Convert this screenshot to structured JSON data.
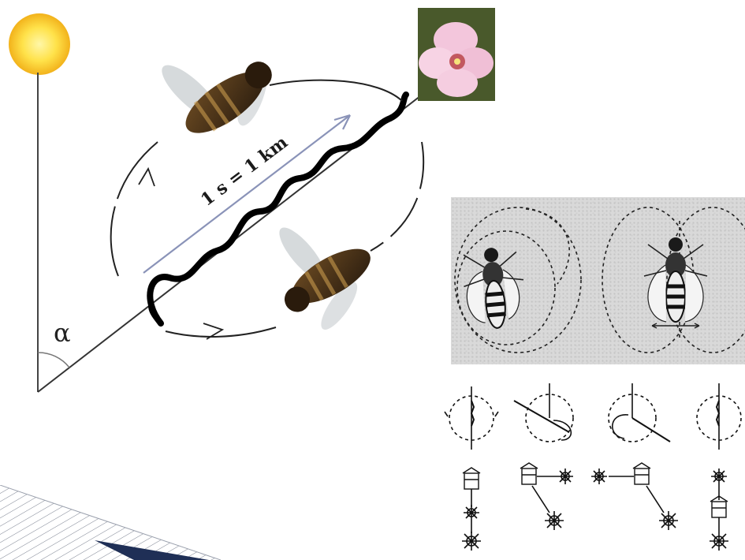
{
  "diagram": {
    "distance_label": "1 s = 1 km",
    "angle_label": "α"
  },
  "colors": {
    "sun_core": "#ffe24a",
    "sun_edge": "#f2b21b",
    "waggle_line": "#000000",
    "flight_arrow": "#8a93b8",
    "photo_background": "#d9d9d9",
    "stripe_accent": "#1f2f56"
  },
  "icons": {
    "sun": "sun-icon",
    "flower": "flower-photo",
    "bee": "honeybee-photo",
    "hive": "hive-icon",
    "food_source": "flower-icon",
    "sun_symbol": "sun-symbol-icon"
  }
}
